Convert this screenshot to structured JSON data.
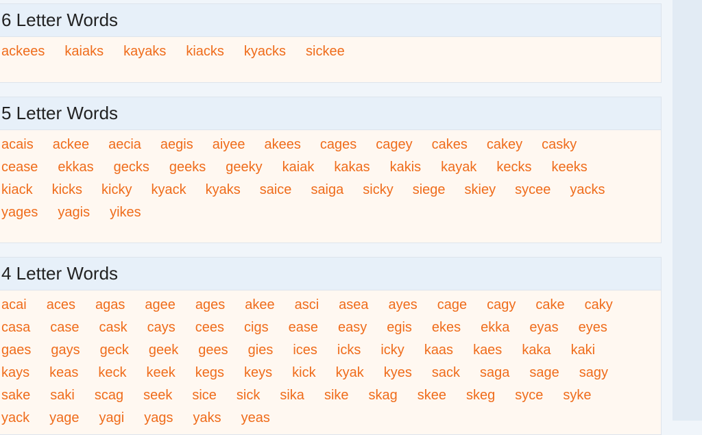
{
  "sections": [
    {
      "title": "6 Letter Words",
      "words": [
        "ackees",
        "kaiaks",
        "kayaks",
        "kiacks",
        "kyacks",
        "sickee"
      ]
    },
    {
      "title": "5 Letter Words",
      "words": [
        "acais",
        "ackee",
        "aecia",
        "aegis",
        "aiyee",
        "akees",
        "cages",
        "cagey",
        "cakes",
        "cakey",
        "casky",
        "cease",
        "ekkas",
        "gecks",
        "geeks",
        "geeky",
        "kaiak",
        "kakas",
        "kakis",
        "kayak",
        "kecks",
        "keeks",
        "kiack",
        "kicks",
        "kicky",
        "kyack",
        "kyaks",
        "saice",
        "saiga",
        "sicky",
        "siege",
        "skiey",
        "sycee",
        "yacks",
        "yages",
        "yagis",
        "yikes"
      ]
    },
    {
      "title": "4 Letter Words",
      "words": [
        "acai",
        "aces",
        "agas",
        "agee",
        "ages",
        "akee",
        "asci",
        "asea",
        "ayes",
        "cage",
        "cagy",
        "cake",
        "caky",
        "casa",
        "case",
        "cask",
        "cays",
        "cees",
        "cigs",
        "ease",
        "easy",
        "egis",
        "ekes",
        "ekka",
        "eyas",
        "eyes",
        "gaes",
        "gays",
        "geck",
        "geek",
        "gees",
        "gies",
        "ices",
        "icks",
        "icky",
        "kaas",
        "kaes",
        "kaka",
        "kaki",
        "kays",
        "keas",
        "keck",
        "keek",
        "kegs",
        "keys",
        "kick",
        "kyak",
        "kyes",
        "sack",
        "saga",
        "sage",
        "sagy",
        "sake",
        "saki",
        "scag",
        "seek",
        "sice",
        "sick",
        "sika",
        "sike",
        "skag",
        "skee",
        "skeg",
        "syce",
        "syke",
        "yack",
        "yage",
        "yagi",
        "yags",
        "yaks",
        "yeas"
      ]
    }
  ]
}
